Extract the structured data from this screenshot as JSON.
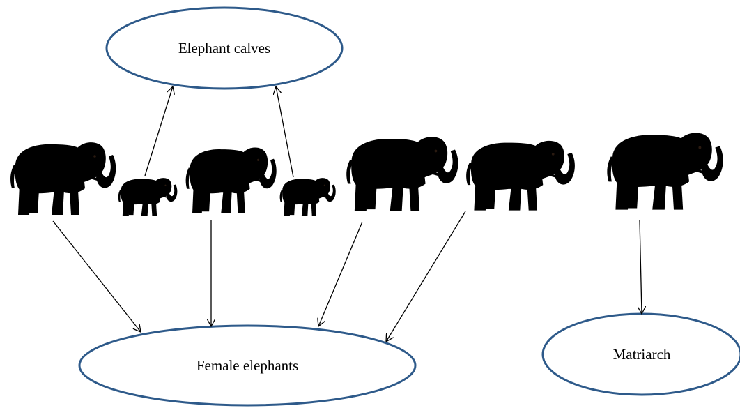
{
  "diagram": {
    "nodes": {
      "calves": {
        "label": "Elephant calves"
      },
      "females": {
        "label": "Female elephants"
      },
      "matriarch": {
        "label": "Matriarch"
      }
    },
    "colors": {
      "ellipse_stroke": "#2e5a8a",
      "arrow": "#000000",
      "adult_elephant": "#d9661e",
      "adult_elephant_shade": "#a8460f",
      "calf_elephant": "#d2d2d2",
      "calf_elephant_shade": "#9a9a9a",
      "matriarch_elephant": "#9c7766",
      "matriarch_elephant_shade": "#6e4f42",
      "tusk": "#f4ecd8"
    },
    "elephants": [
      {
        "id": "adult-1",
        "kind": "adult",
        "facing": "right"
      },
      {
        "id": "calf-1",
        "kind": "calf",
        "facing": "right"
      },
      {
        "id": "adult-2",
        "kind": "adult",
        "facing": "right"
      },
      {
        "id": "calf-2",
        "kind": "calf",
        "facing": "right"
      },
      {
        "id": "adult-3",
        "kind": "adult",
        "facing": "right"
      },
      {
        "id": "adult-4",
        "kind": "adult",
        "facing": "right"
      },
      {
        "id": "matriarch",
        "kind": "matriarch",
        "facing": "right"
      }
    ],
    "edges": [
      {
        "from": "calf-1",
        "to": "calves"
      },
      {
        "from": "calf-2",
        "to": "calves"
      },
      {
        "from": "adult-1",
        "to": "females"
      },
      {
        "from": "adult-2",
        "to": "females"
      },
      {
        "from": "adult-3",
        "to": "females"
      },
      {
        "from": "adult-4",
        "to": "females"
      },
      {
        "from": "matriarch",
        "to": "matriarch"
      }
    ]
  }
}
